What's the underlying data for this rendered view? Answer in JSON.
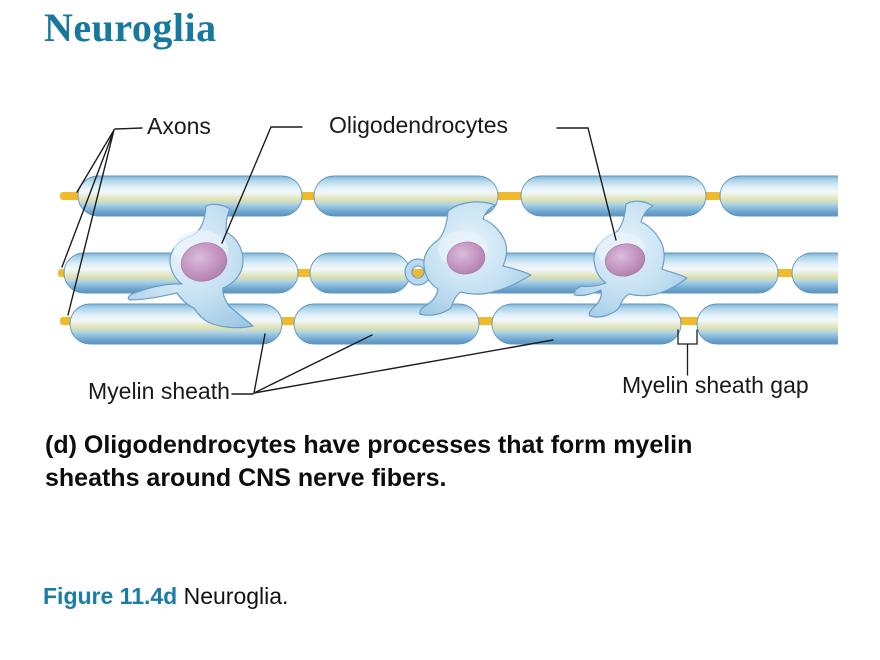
{
  "title": "Neuroglia",
  "diagram_labels": {
    "axons": "Axons",
    "oligodendrocytes": "Oligodendrocytes",
    "myelin_sheath": "Myelin sheath",
    "myelin_sheath_gap": "Myelin sheath gap"
  },
  "caption": {
    "text": "(d) Oligodendrocytes have processes that form myelin\nsheaths around CNS nerve fibers."
  },
  "figure": {
    "number": "Figure 11.4d",
    "title": " Neuroglia."
  },
  "diagram": {
    "axon_count": 3,
    "oligodendrocyte_count": 3,
    "myelin_segment_rows": 3,
    "colors": {
      "title_teal": "#17799e",
      "figure_blue": "#1b7ca8",
      "label_black": "#1a1a1a",
      "axon_yellow": "#f1ba2a",
      "myelin_blue_light": "#dcedf7",
      "myelin_blue_dark": "#5d95c2",
      "cell_body_blue": "#bddcf0",
      "nucleus_pink": "#c597c2",
      "leader_line": "#1d1d1d"
    }
  }
}
